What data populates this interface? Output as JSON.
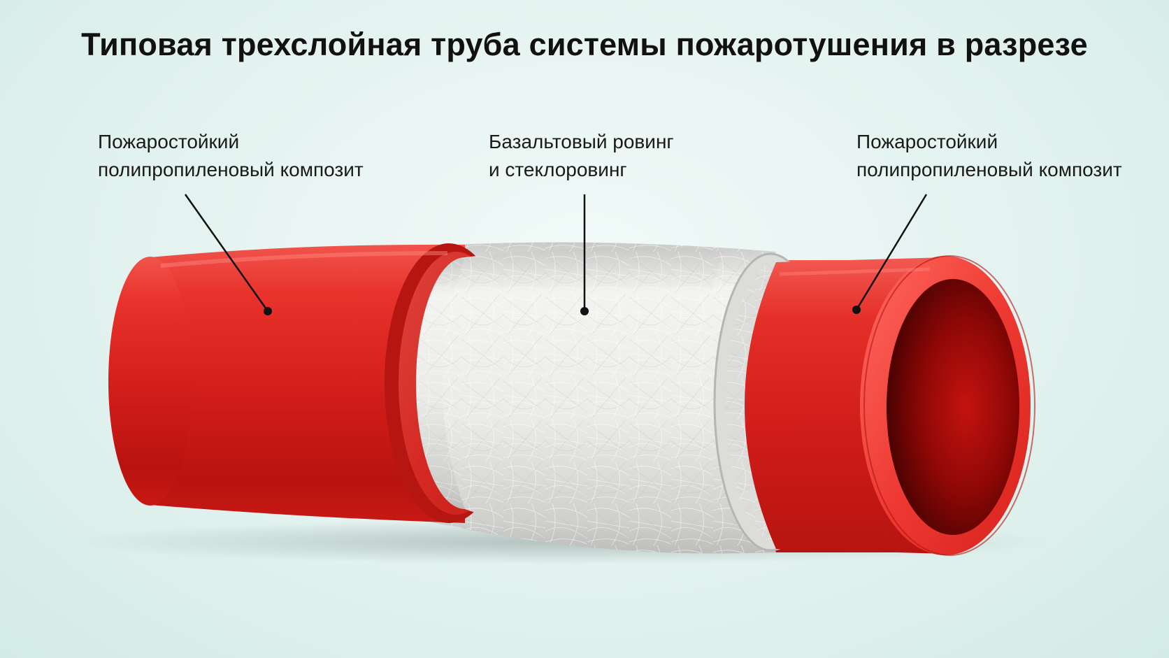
{
  "title": "Типовая трехслойная труба системы пожаротушения в разрезе",
  "labels": {
    "left": {
      "line1": "Пожаростойкий",
      "line2": "полипропиленовый композит"
    },
    "center": {
      "line1": "Базальтовый ровинг",
      "line2": "и стеклоровинг"
    },
    "right": {
      "line1": "Пожаростойкий",
      "line2": "полипропиленовый композит"
    }
  },
  "colors": {
    "pipe_red": "#d8211d",
    "pipe_red_dark": "#9e0f0c",
    "pipe_red_light": "#f25a52",
    "fiber_layer": "#e9e9e7",
    "leader_line": "#111111"
  }
}
